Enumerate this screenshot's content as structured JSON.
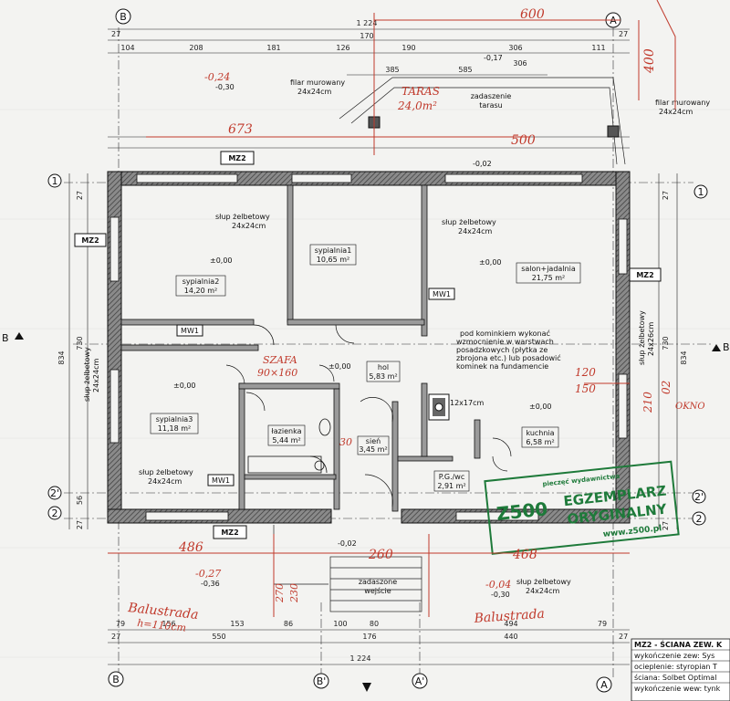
{
  "axes": {
    "B": "B",
    "A": "A",
    "B_prime": "B'",
    "A_prime": "A'",
    "one": "1",
    "one_prime": "1'",
    "two": "2",
    "two_prime": "2'"
  },
  "dimensions_top": {
    "total": "1 224",
    "r1_left": "27",
    "r1_mid": "170",
    "r1_right": "27",
    "r2": [
      "104",
      "208",
      "181",
      "126",
      "190",
      "306",
      "111"
    ],
    "r3_a": "385",
    "r3_b": "585",
    "r3_c": "306"
  },
  "dimensions_bottom": {
    "r1": [
      "79",
      "156",
      "153",
      "86",
      "100",
      "80",
      "494",
      "79"
    ],
    "r2": [
      "27",
      "550",
      "176",
      "440",
      "27"
    ],
    "total": "1 224"
  },
  "dimensions_left": {
    "total": "834",
    "inner": "730",
    "a": "27",
    "b": "56",
    "c": "27"
  },
  "dimensions_right": {
    "total": "834",
    "inner": "730",
    "a": "27",
    "b": "27"
  },
  "rooms": {
    "sypialnia2": {
      "name": "sypialnia2",
      "area": "14,20 m²"
    },
    "sypialnia1": {
      "name": "sypialnia1",
      "area": "10,65 m²"
    },
    "salon": {
      "name": "salon+jadalnia",
      "area": "21,75 m²"
    },
    "sypialnia3": {
      "name": "sypialnia3",
      "area": "11,18 m²"
    },
    "hol": {
      "name": "hol",
      "area": "5,83 m²"
    },
    "lazienka": {
      "name": "łazienka",
      "area": "5,44 m²"
    },
    "sien": {
      "name": "sień",
      "area": "3,45 m²"
    },
    "kuchnia": {
      "name": "kuchnia",
      "area": "6,58 m²"
    },
    "pgaz": {
      "name": "P.G./wc",
      "area": "2,91 m²"
    }
  },
  "levels": {
    "l1": "±0,00",
    "l2": "±0,00",
    "l3": "±0,00",
    "l4": "±0,00",
    "l5": "±0,00",
    "l6": "-0,02",
    "l7": "-0,02",
    "l8": "-0,30",
    "l9": "-0,36",
    "l10": "-0,30",
    "l11": "-0,17"
  },
  "tags": {
    "mz2_top": "MZ2",
    "mz2_left": "MZ2",
    "mz2_right": "MZ2",
    "mz2_bottom": "MZ2",
    "mw1_a": "MW1",
    "mw1_b": "MW1",
    "mw1_c": "MW1"
  },
  "notes": {
    "slup_top": "słup żelbetowy",
    "slup_top_size": "24x24cm",
    "slup_mid": "słup żelbetowy",
    "slup_mid_size": "24x24cm",
    "slup_left": "słup żelbetowy",
    "slup_left_size": "24x24cm",
    "slup_bottom": "słup żelbetowy",
    "slup_bottom_size": "24x24cm",
    "slup_right": "słup żelbetowy",
    "slup_right_size": "24x26cm",
    "filar_left": "filar murowany",
    "filar_left_size": "24x24cm",
    "filar_right": "filar murowany",
    "filar_right_size": "24x24cm",
    "zadaszenie_tarasu_1": "zadaszenie",
    "zadaszenie_tarasu_2": "tarasu",
    "zadaszenie_wejscia_1": "zadaszone",
    "zadaszenie_wejscia_2": "wejście",
    "kominek_1": "pod kominkiem wykonać",
    "kominek_2": "wzmocnienie w warstwach",
    "kominek_3": "posadzkowych (płytka ze",
    "kominek_4": "zbrojona etc.) lub posadowić",
    "kominek_5": "kominek na fundamencie",
    "chimney_size": "12x17cm"
  },
  "legend": {
    "line1": "MZ2 - ŚCIANA ZEW. K",
    "line2": "wykończenie zew: Sys",
    "line3": "ocieplenie: styropian T",
    "line4": "ściana: Solbet Optimal",
    "line5": "wykończenie wew: tynk"
  },
  "handwritten": {
    "w600": "600",
    "w400": "400",
    "w673": "673",
    "w500": "500",
    "taras_1": "TARAS",
    "taras_2": "24,0m²",
    "w486": "486",
    "w260": "260",
    "w468": "468",
    "balustrada_l": "Balustrada",
    "balustrada_h": "h=110cm",
    "balustrada_r": "Balustrada",
    "szafa_1": "SZAFA",
    "szafa_2": "90×160",
    "r120": "120",
    "r150": "150",
    "r210": "210",
    "okno": "OKNO",
    "r02": "02",
    "w270": "270",
    "w230": "230",
    "r30": "30",
    "minus_27": "-0,27",
    "minus_24": "-0,24",
    "minus_04": "-0,04"
  },
  "stamp": {
    "small_top": "pieczęć wydawnictwa",
    "logo": "Z500",
    "line1": "EGZEMPLARZ",
    "line2": "ORYGINALNY",
    "url": "www.z500.pl"
  },
  "colors": {
    "ink": "#1a1a1a",
    "wall_fill": "#6e6e6e",
    "red_ink": "#c0392b",
    "stamp_green": "#1e7a3a",
    "paper": "#f3f3f1"
  }
}
